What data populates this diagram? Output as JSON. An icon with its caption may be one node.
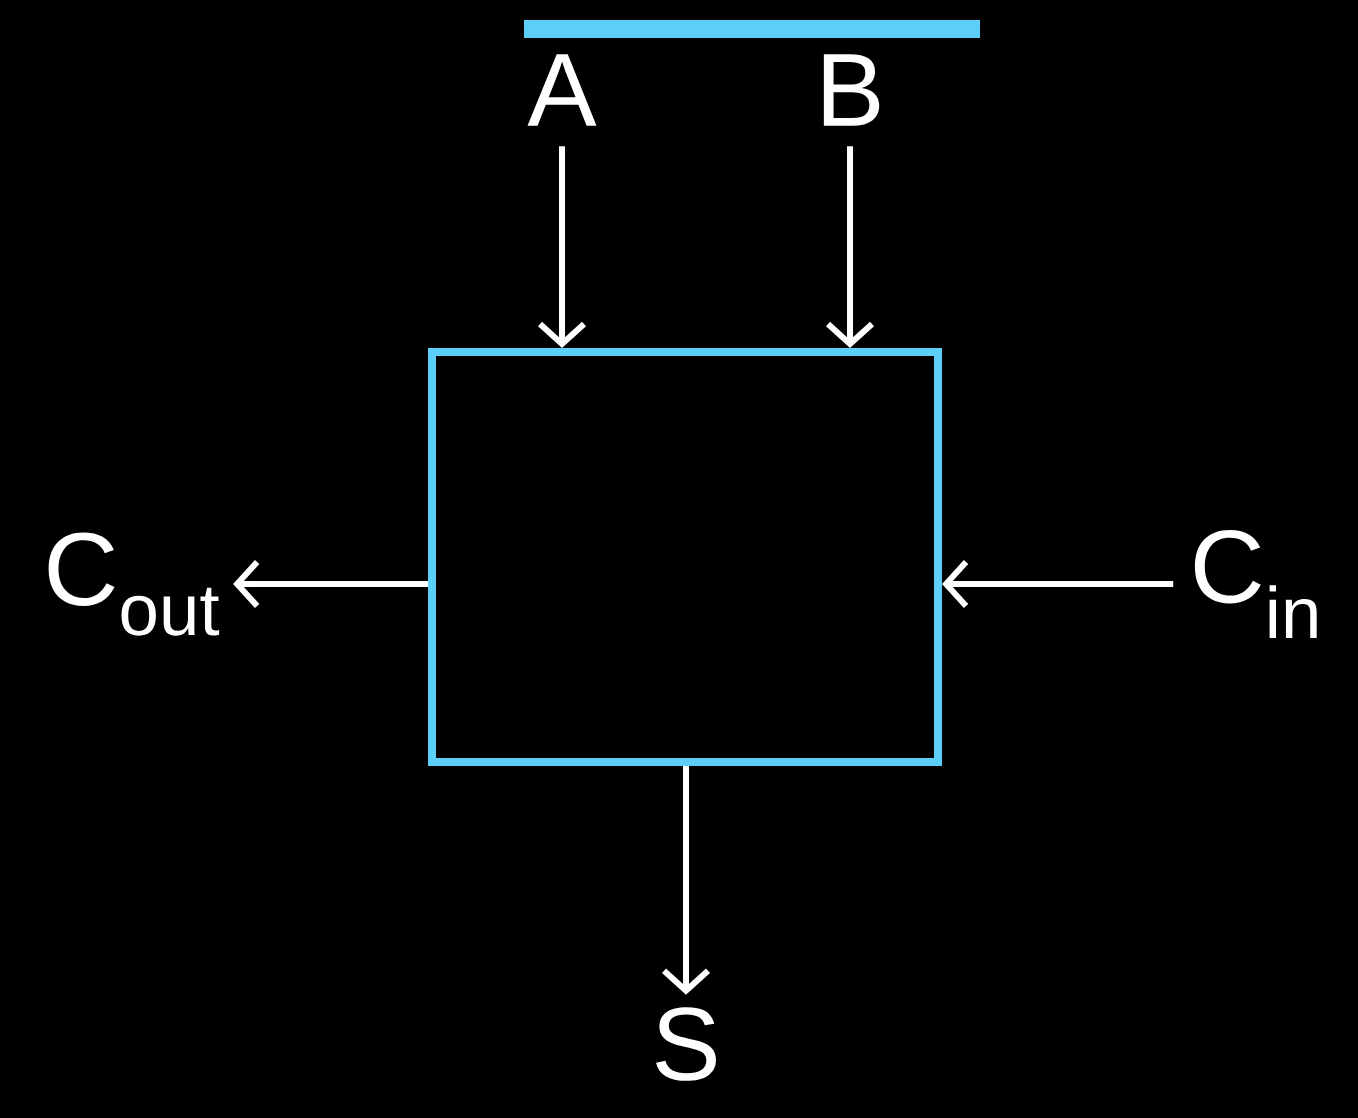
{
  "diagram": {
    "nodes": [
      {
        "text": [
          "A"
        ]
      },
      {
        "text": [
          "B"
        ]
      },
      {
        "text": [],
        "shape": "box"
      },
      {
        "text": [
          "C$_{out}$"
        ]
      },
      {
        "text": [
          "C$_{in}$"
        ]
      },
      {
        "text": [
          "S"
        ]
      }
    ],
    "edges": [
      {
        "from": 0,
        "to": 2,
        "arrow": "to"
      },
      {
        "from": 1,
        "to": 2,
        "arrow": "to"
      },
      {
        "from": 2,
        "to": 3,
        "arrow": "to"
      },
      {
        "from": 4,
        "to": 2,
        "arrow": "to"
      },
      {
        "from": 2,
        "to": 5,
        "arrow": "to"
      }
    ]
  }
}
